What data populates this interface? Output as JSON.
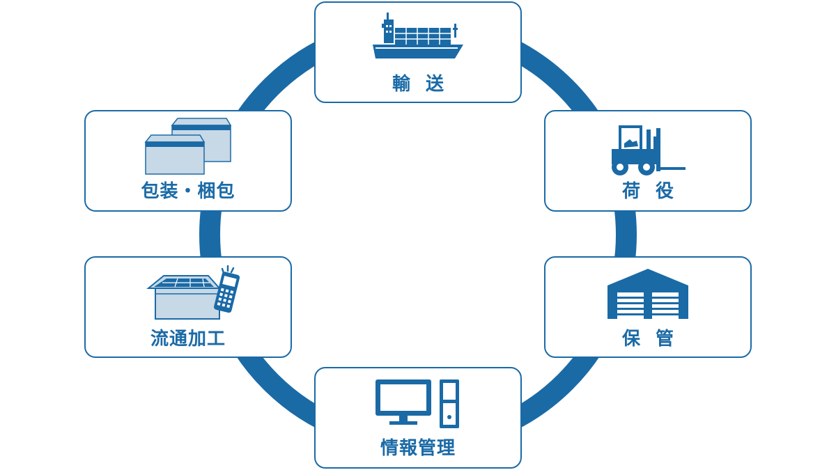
{
  "colors": {
    "accent": "#1a6aa6",
    "icon_fill_light": "#c7d8e6",
    "background": "#ffffff"
  },
  "cycle": {
    "items": [
      {
        "id": "transport",
        "label": "輸送",
        "icon": "container-ship-icon"
      },
      {
        "id": "cargo_handling",
        "label": "荷役",
        "icon": "forklift-icon"
      },
      {
        "id": "storage",
        "label": "保管",
        "icon": "warehouse-icon"
      },
      {
        "id": "info_management",
        "label": "情報管理",
        "icon": "computer-icon"
      },
      {
        "id": "distribution_processing",
        "label": "流通加工",
        "icon": "box-scanner-icon"
      },
      {
        "id": "packing",
        "label": "包装・梱包",
        "icon": "cardboard-boxes-icon"
      }
    ]
  }
}
